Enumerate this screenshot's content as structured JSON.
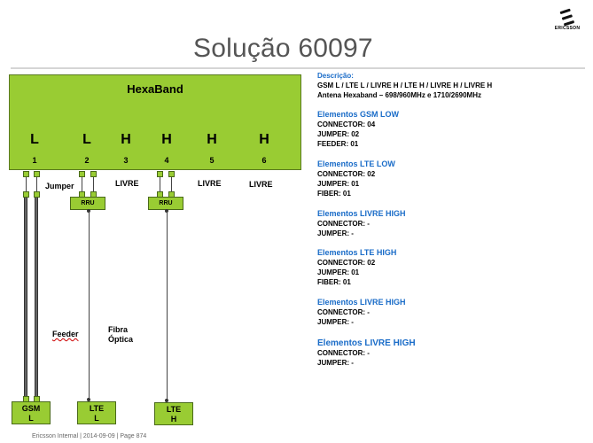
{
  "title": "Solução 60097",
  "logo": {
    "text": "ERICSSON",
    "icon": "ericsson-logo-icon"
  },
  "unit": {
    "name": "HexaBand",
    "bands": [
      "L",
      "L",
      "H",
      "H",
      "H",
      "H"
    ],
    "ports": [
      "1",
      "2",
      "3",
      "4",
      "5",
      "6"
    ]
  },
  "labels": {
    "jumper": "Jumper",
    "livre": "LIVRE",
    "rru": "RRU",
    "feeder": "Feeder",
    "fibra": "Fibra",
    "optica": "Óptica"
  },
  "antennas": [
    {
      "line1": "GSM",
      "line2": "L"
    },
    {
      "line1": "LTE",
      "line2": "L"
    },
    {
      "line1": "LTE",
      "line2": "H"
    }
  ],
  "description": {
    "heading": "Descrição:",
    "line1": "GSM L / LTE L / LIVRE H / LTE H / LIVRE H / LIVRE H",
    "line2": "Antena Hexaband – 698/960MHz  e  1710/2690MHz"
  },
  "sections": [
    {
      "heading": "Elementos  GSM LOW",
      "lines": [
        "CONNECTOR: 04",
        "JUMPER: 02",
        "FEEDER: 01"
      ]
    },
    {
      "heading": "Elementos  LTE LOW",
      "lines": [
        "CONNECTOR: 02",
        "JUMPER: 01",
        "FIBER: 01"
      ]
    },
    {
      "heading": "Elementos  LIVRE HIGH",
      "lines": [
        "CONNECTOR: -",
        "JUMPER: -"
      ]
    },
    {
      "heading": "Elementos  LTE HIGH",
      "lines": [
        "CONNECTOR: 02",
        "JUMPER: 01",
        "FIBER: 01"
      ]
    },
    {
      "heading": "Elementos  LIVRE HIGH",
      "lines": [
        "CONNECTOR: -",
        "JUMPER: -"
      ]
    },
    {
      "heading": "Elementos  LIVRE HIGH",
      "lines": [
        "CONNECTOR: -",
        "JUMPER: -"
      ]
    }
  ],
  "footer": "Ericsson Internal  |  2014-09-09  |  Page 874",
  "colors": {
    "unit_fill": "#99cc33",
    "heading_blue": "#1a6cc8",
    "title_gray": "#555555"
  }
}
